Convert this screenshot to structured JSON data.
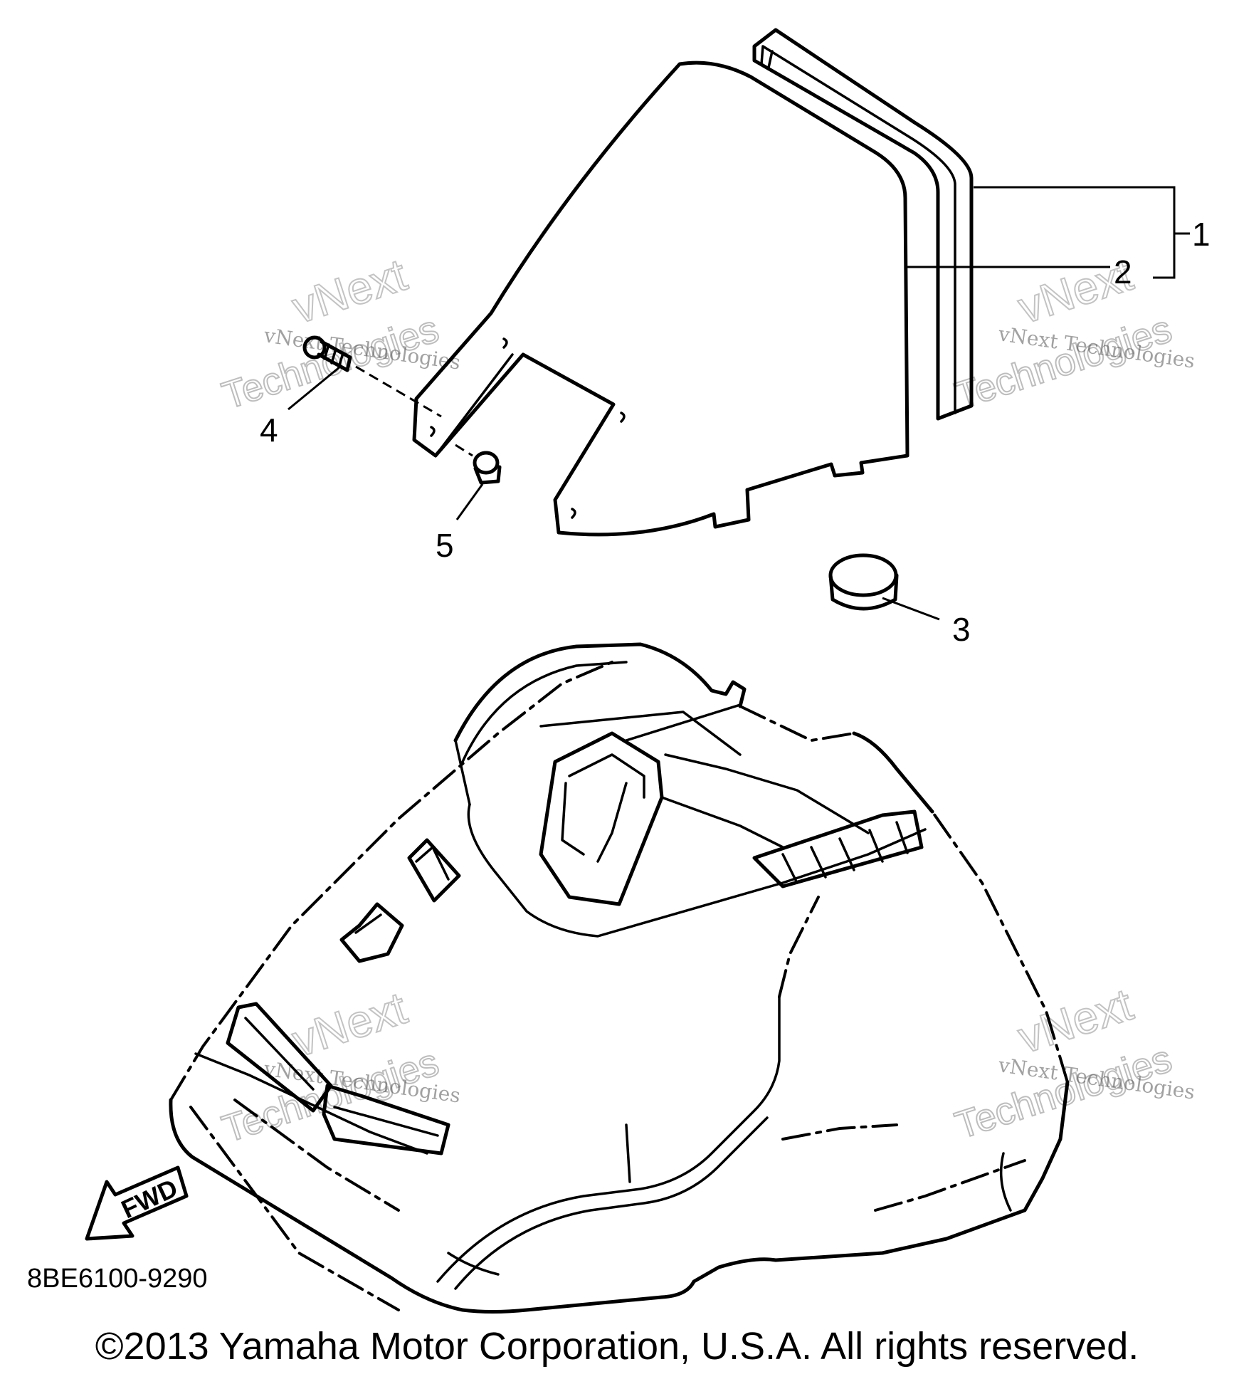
{
  "callouts": {
    "c1": "1",
    "c2": "2",
    "c3": "3",
    "c4": "4",
    "c5": "5"
  },
  "fwd_label": "FWD",
  "watermark": {
    "small": "vNext Technologies",
    "big_top": "vNext",
    "big_bottom": "Technologies"
  },
  "diagram_code": "8BE6100-9290",
  "copyright": "©2013 Yamaha Motor Corporation, U.S.A. All rights reserved."
}
